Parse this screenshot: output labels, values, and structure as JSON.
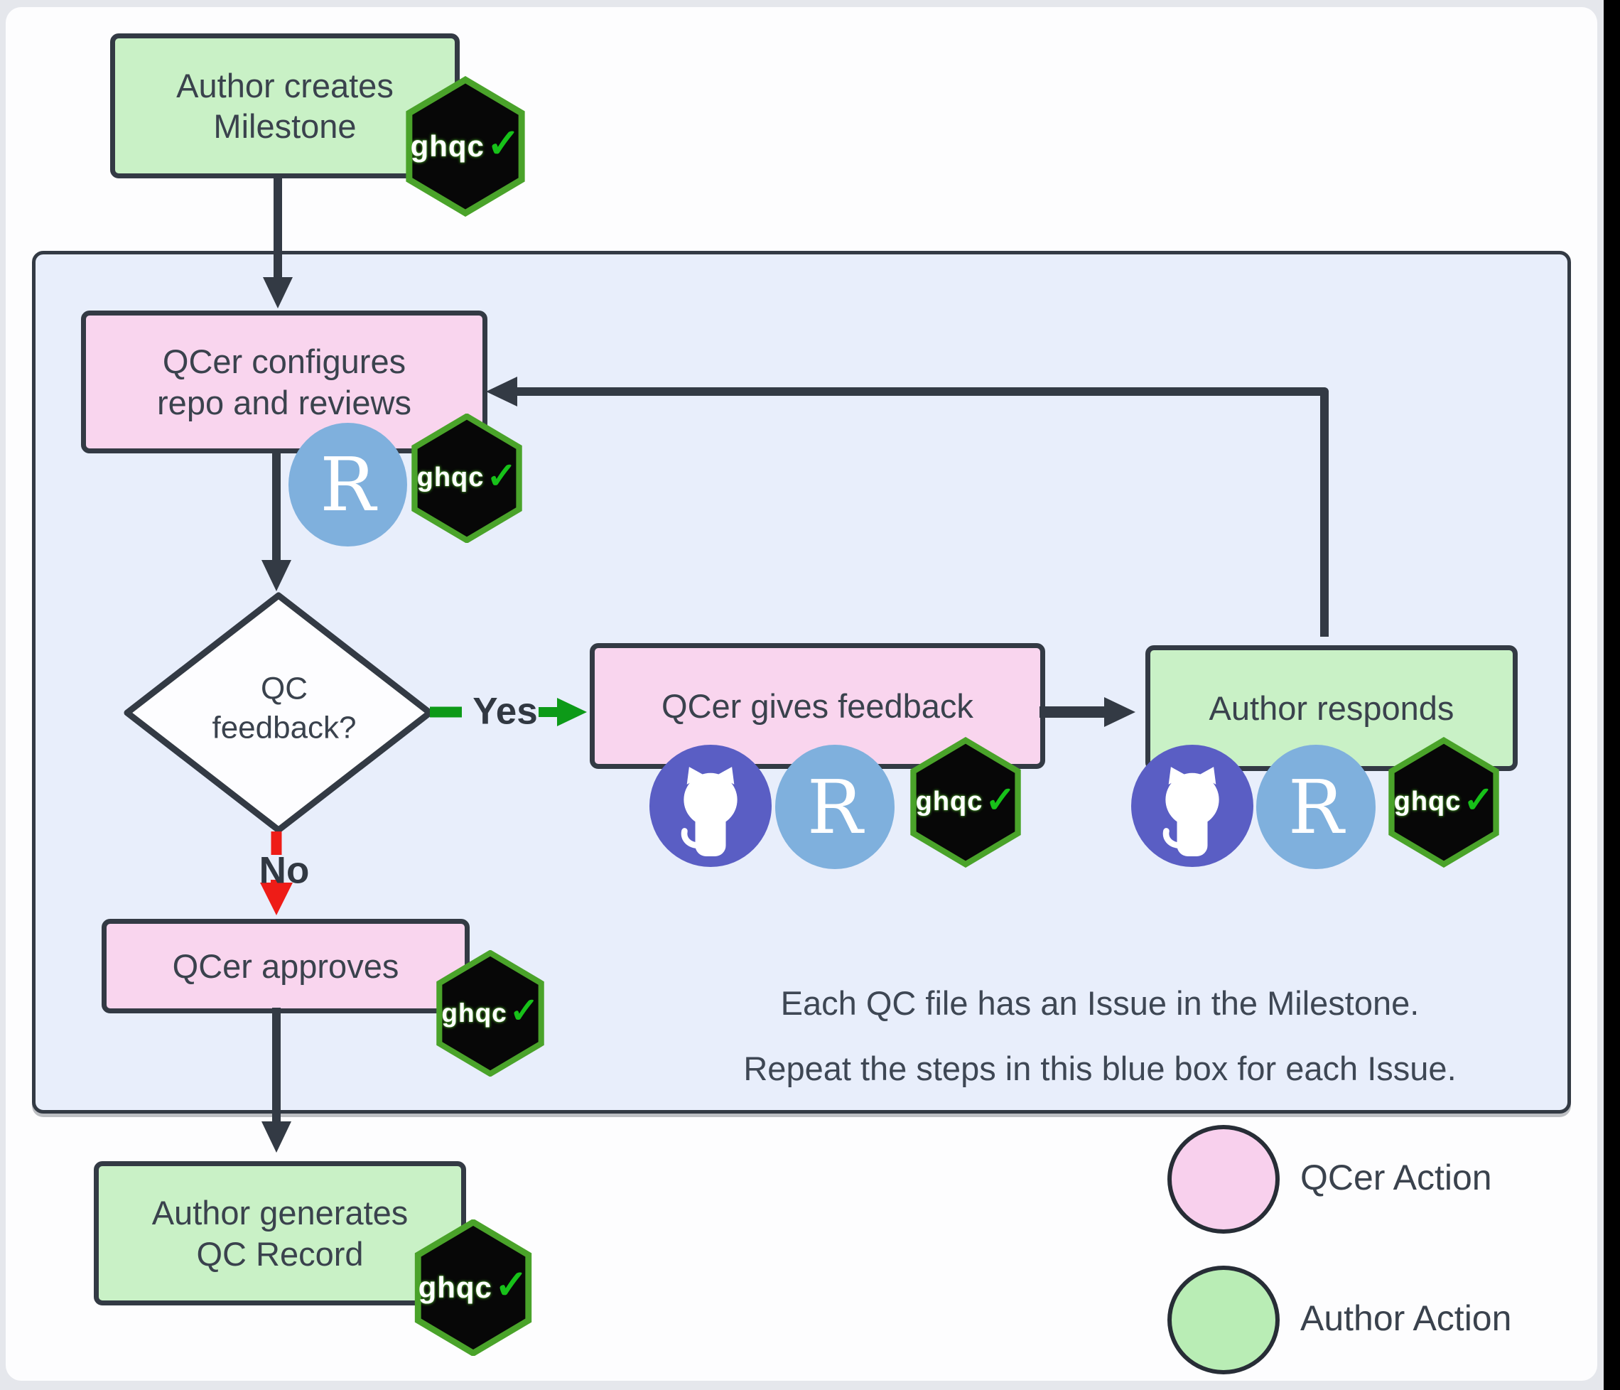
{
  "nodes": {
    "milestone": {
      "line1": "Author creates",
      "line2": "Milestone"
    },
    "configures": {
      "line1": "QCer configures",
      "line2": "repo and reviews"
    },
    "decision": {
      "line1": "QC",
      "line2": "feedback?"
    },
    "feedback": {
      "label": "QCer gives feedback"
    },
    "responds": {
      "label": "Author responds"
    },
    "approves": {
      "label": "QCer approves"
    },
    "generates": {
      "line1": "Author generates",
      "line2": "QC Record"
    }
  },
  "edges": {
    "yes_label": "Yes",
    "no_label": "No"
  },
  "note": {
    "line1": "Each QC file has an Issue in the Milestone.",
    "line2": "Repeat the steps in this blue box for each Issue."
  },
  "legend": {
    "qcer_label": "QCer Action",
    "author_label": "Author Action"
  },
  "icons": {
    "ghqc_label": "ghqc",
    "check_glyph": "✓",
    "r_glyph": "R"
  },
  "colors": {
    "frame-gray": "#e5e7ec",
    "canvas-white": "#fdfdfe",
    "blue-fill": "#e8eefb",
    "green-fill": "#c9f1c6",
    "pink-fill": "#f9d5ee",
    "legend-pink": "#f8d0ed",
    "legend-green": "#b9edb5",
    "stroke-dark": "#333a44",
    "text-dark": "#3a424d",
    "hex-green": "#4aa32a",
    "check-green": "#17c119",
    "arrow-green": "#0d9a18",
    "arrow-red": "#ee1c17",
    "r-blue": "#7fb0dd",
    "github-indigo": "#5a5ec4"
  }
}
